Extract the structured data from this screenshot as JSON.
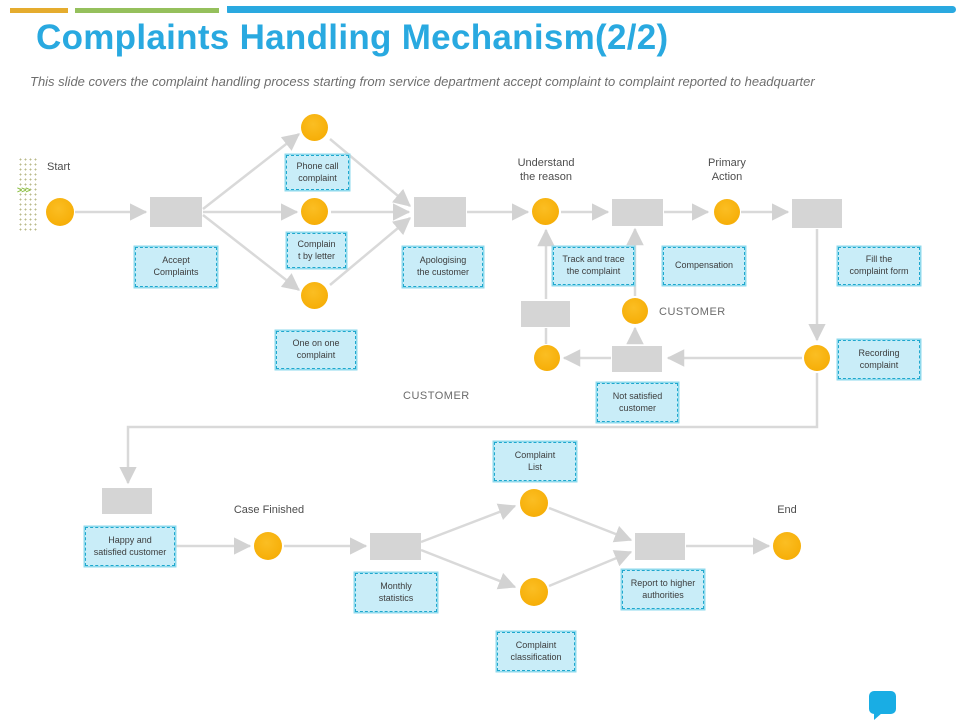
{
  "header": {
    "title": "Complaints Handling Mechanism(2/2)",
    "subtitle": "This slide covers the complaint handling process starting from service department  accept complaint to complaint reported  to headquarter"
  },
  "flow": {
    "milestones": {
      "start": "Start",
      "understand_reason": "Understand\nthe reason",
      "primary_action": "Primary\nAction",
      "customer_mid": "CUSTOMER",
      "customer_left": "CUSTOMER",
      "case_finished": "Case Finished",
      "end": "End"
    },
    "steps": {
      "accept_complaints": "Accept\nComplaints",
      "phone_call_complaint": "Phone call\ncomplaint",
      "complaint_by_letter": "Complain\nt by letter",
      "one_on_one_complaint": "One on one\ncomplaint",
      "apologising_customer": "Apologising\nthe customer",
      "track_and_trace": "Track and trace\nthe complaint",
      "compensation": "Compensation",
      "fill_complaint_form": "Fill the\ncomplaint form",
      "recording_complaint": "Recording\ncomplaint",
      "not_satisfied_customer": "Not satisfied\ncustomer",
      "happy_satisfied_customer": "Happy and\nsatisfied customer",
      "monthly_statistics": "Monthly\nstatistics",
      "complaint_list": "Complaint\nList",
      "complaint_classification": "Complaint\nclassification",
      "report_higher_authorities": "Report to higher\nauthorities"
    },
    "start_marker": ">>>"
  },
  "icons": {
    "speech_bubble": "speech-bubble-icon",
    "start_chevrons": "chevrons-right-icon"
  },
  "colors": {
    "title_blue": "#29A9E0",
    "bar_yellow": "#E5AC2E",
    "bar_green": "#95C05C",
    "bar_blue": "#2AA9E0",
    "node_orange": "#F6AE07",
    "process_gray": "#D5D5D5",
    "label_box_fill": "#C9EDF8",
    "label_box_border": "#1FA8CE",
    "connector_gray": "#D9D9D9"
  }
}
